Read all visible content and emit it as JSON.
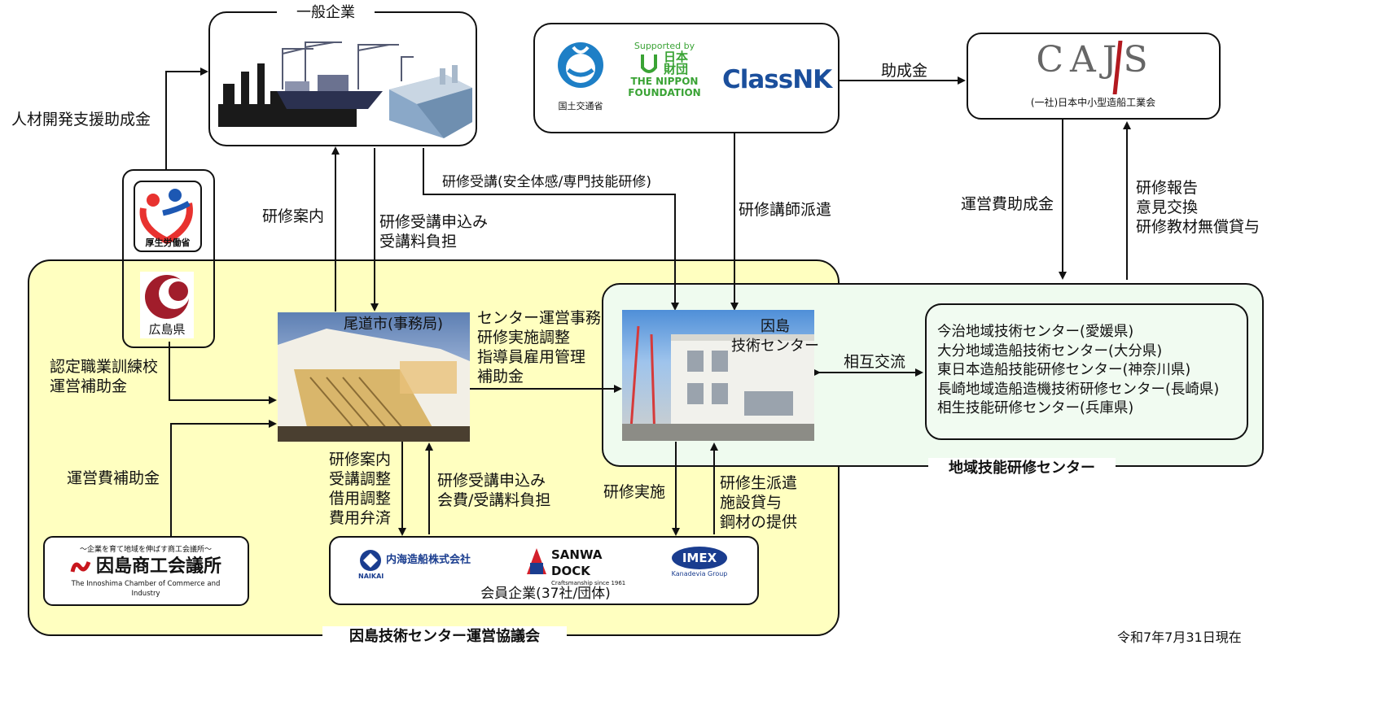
{
  "general_companies": {
    "title": "一般企業"
  },
  "sponsors": {
    "mlit_name": "国土交通省",
    "nippon_supported": "Supported by",
    "nippon_jp": "日本財団",
    "nippon_en1": "THE NIPPON",
    "nippon_en2": "FOUNDATION",
    "classnk": "ClassNK"
  },
  "cajs": {
    "logo": "CAJS",
    "name": "(一社)日本中小型造船工業会"
  },
  "mhlw": {
    "name": "厚生労働省"
  },
  "hiroshima": {
    "name": "広島県"
  },
  "onomichi": {
    "label": "尾道市(事務局)"
  },
  "innoshima_center": {
    "label_line1": "因島",
    "label_line2": "技術センター"
  },
  "regional_centers": {
    "items": [
      "今治地域技術センター(愛媛県)",
      "大分地域造船技術センター(大分県)",
      "東日本造船技能研修センター(神奈川県)",
      "長崎地域造船造機技術研修センター(長崎県)",
      "相生技能研修センター(兵庫県)"
    ],
    "group_label": "地域技能研修センター"
  },
  "chamber": {
    "tagline": "～企業を育て地域を伸ばす商工会議所～",
    "name": "因島商工会議所",
    "english": "The Innoshima Chamber of Commerce and Industry"
  },
  "members": {
    "naikai": "内海造船株式会社",
    "naikai_en": "NAIKAI",
    "sanwa": "SANWA DOCK",
    "sanwa_sub": "Craftsmanship since 1961",
    "imex": "IMEX",
    "imex_sub": "Kanadevia Group",
    "label": "会員企業(37社/団体)"
  },
  "council_label": "因島技術センター運営協議会",
  "date_label": "令和7年7月31日現在",
  "flows": {
    "hr_grant": "人材開発支援助成金",
    "training_guide": "研修案内",
    "application1": "研修受講申込み",
    "application2": "受講料負担",
    "attendance": "研修受講(安全体感/専門技能研修)",
    "instructor": "研修講師派遣",
    "subsidy": "助成金",
    "operating_grant": "運営費助成金",
    "report1": "研修報告",
    "report2": "意見交換",
    "report3": "研修教材無償貸与",
    "certified1": "認定職業訓練校",
    "certified2": "運営補助金",
    "center_ops1": "センター運営事務",
    "center_ops2": "研修実施調整",
    "center_ops3": "指導員雇用管理",
    "center_ops4": "補助金",
    "exchange": "相互交流",
    "op_subsidy": "運営費補助金",
    "city_to_members1": "研修案内",
    "city_to_members2": "受講調整",
    "city_to_members3": "借用調整",
    "city_to_members4": "費用弁済",
    "members_to_city1": "研修受講申込み",
    "members_to_city2": "会費/受講料負担",
    "implementation": "研修実施",
    "dispatch1": "研修生派遣",
    "dispatch2": "施設貸与",
    "dispatch3": "鋼材の提供"
  }
}
